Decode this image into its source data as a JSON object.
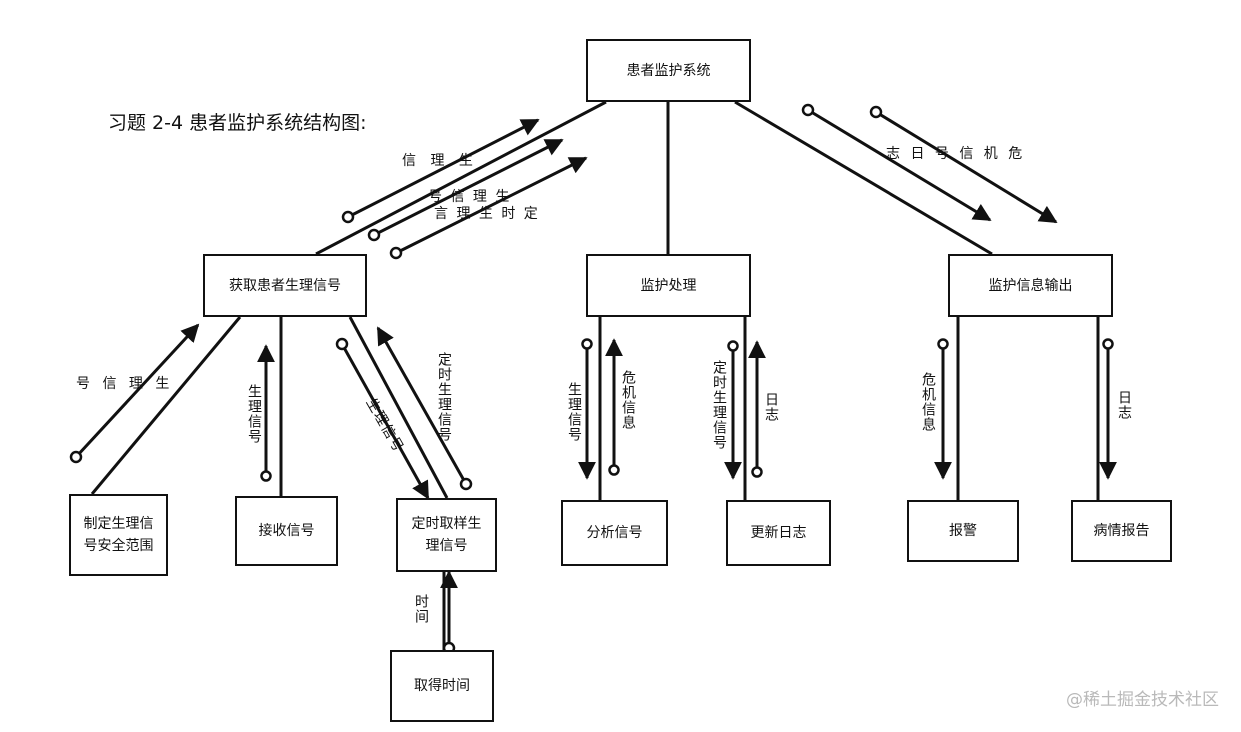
{
  "title": "习题 2-4 患者监护系统结构图:",
  "nodes": {
    "root": "患者监护系统",
    "acquire": "获取患者生理信号",
    "monitor": "监护处理",
    "output": "监护信息输出",
    "set_range": "制定生理信号安全范围",
    "receive": "接收信号",
    "sample": "定时取样生理信号",
    "get_time": "取得时间",
    "analyze": "分析信号",
    "update_log": "更新日志",
    "alarm": "报警",
    "report": "病情报告"
  },
  "flow_labels": {
    "root_acq_1": "信 理 生",
    "root_acq_2": "号 信 理 生",
    "root_acq_3": "言 理 生 时 定",
    "root_out": "志 日   号 信 机 危",
    "range_flow": "号 信 理 生",
    "receive_flow": "生理信号",
    "sample_down": "生理信号",
    "sample_up": "定时生理信号",
    "time_flow": "时间",
    "analyze_down": "生理信号",
    "analyze_up": "危机信息",
    "log_down": "定时生理信号",
    "log_up": "日志",
    "alarm_flow": "危机信息",
    "report_flow": "日志"
  },
  "watermark": "@稀土掘金技术社区"
}
